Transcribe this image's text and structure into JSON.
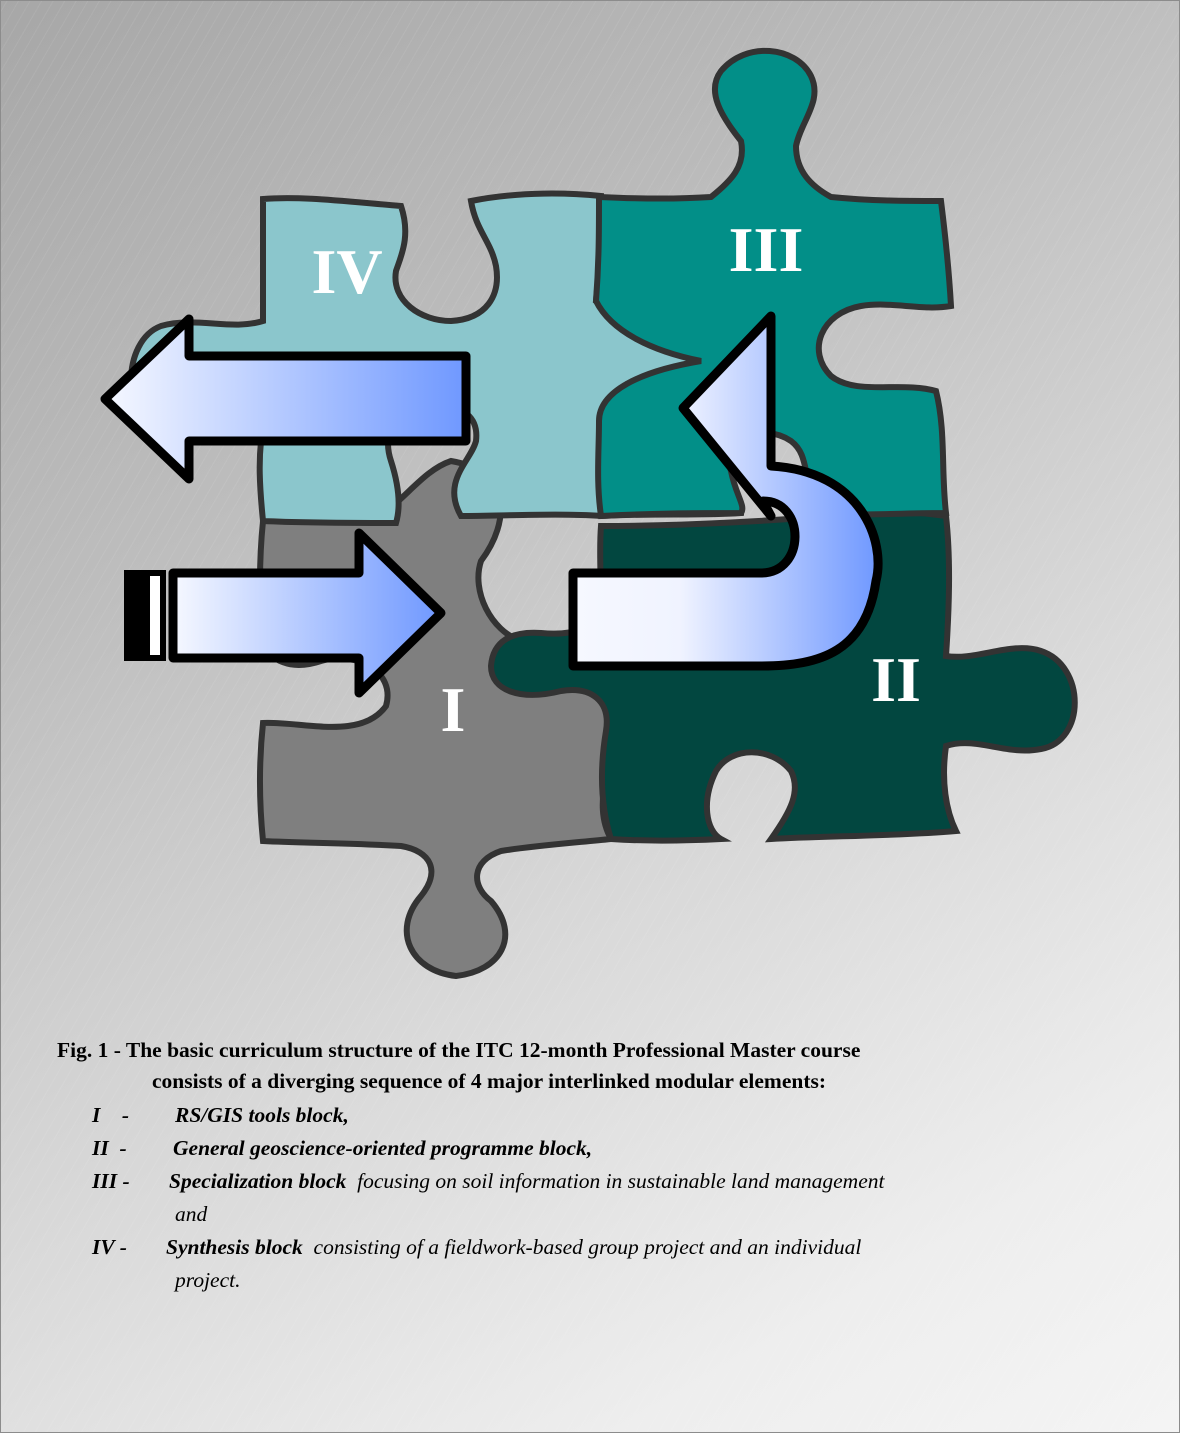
{
  "blocks": [
    {
      "id": "I",
      "label": "I",
      "color": "#7f7f7f"
    },
    {
      "id": "II",
      "label": "II",
      "color": "#024740"
    },
    {
      "id": "III",
      "label": "III",
      "color": "#028f88"
    },
    {
      "id": "IV",
      "label": "IV",
      "color": "#8bc6cc"
    }
  ],
  "caption": {
    "lead": "Fig. 1 - The basic curriculum structure of the ITC 12-month Professional Master course",
    "cont": "consists of a diverging sequence of 4 major interlinked modular elements:",
    "items": [
      {
        "num": "I    -",
        "title": "RS/GIS tools block,",
        "text": ""
      },
      {
        "num": "II  -",
        "title": "General geoscience-oriented programme block,",
        "text": ""
      },
      {
        "num": "III -",
        "title": "Specialization block",
        "text": "focusing on soil information in sustainable land management",
        "text2": "and"
      },
      {
        "num": "IV -",
        "title": "Synthesis block",
        "text": "consisting of a fieldwork-based group project and an individual",
        "text2": "project."
      }
    ]
  },
  "colors": {
    "arrow_light": "#f4f6ff",
    "arrow_dark": "#6f98ff",
    "outline": "#333333"
  }
}
